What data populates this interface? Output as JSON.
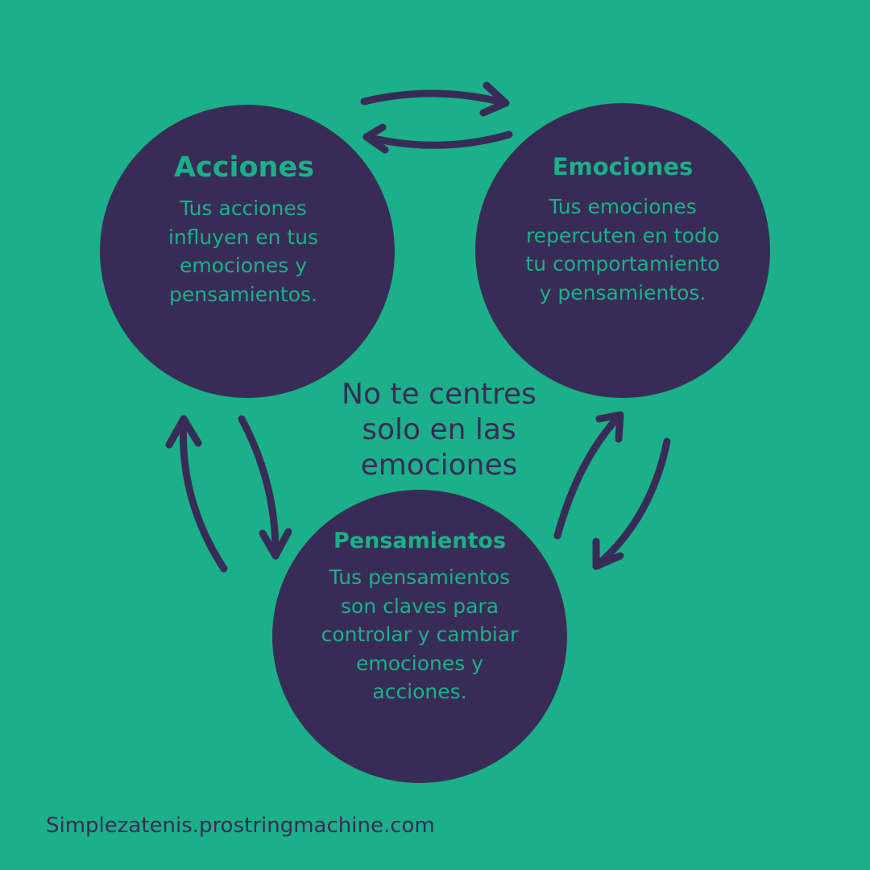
{
  "background_color": "#1bb089",
  "circle_color": "#382c57",
  "circles": {
    "acciones": {
      "title": "Acciones",
      "body": "Tus acciones\ninfluyen en tus\nemociones y\npensamientos."
    },
    "emociones": {
      "title": "Emociones",
      "body": "Tus emociones\nrepercuten en todo\ntu comportamiento\ny pensamientos."
    },
    "pensamientos": {
      "title": "Pensamientos",
      "body": "Tus pensamientos\nson claves para\ncontrolar y cambiar\nemociones y\nacciones."
    }
  },
  "center_text": "No te centres\nsolo en las\nemociones",
  "footer": "Simplezatenis.prostringmachine.com"
}
